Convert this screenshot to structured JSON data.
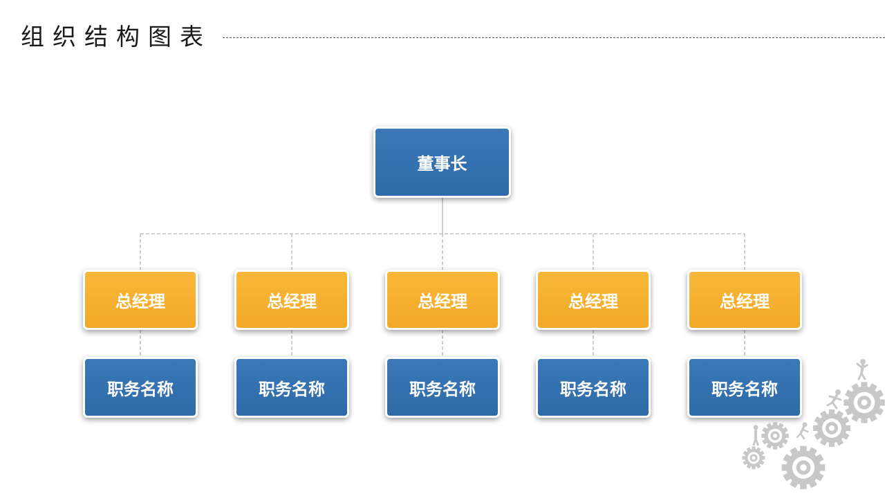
{
  "page": {
    "title": "组织结构图表"
  },
  "org_chart": {
    "root": {
      "label": "董事长"
    },
    "columns": [
      {
        "manager": "总经理",
        "position": "职务名称"
      },
      {
        "manager": "总经理",
        "position": "职务名称"
      },
      {
        "manager": "总经理",
        "position": "职务名称"
      },
      {
        "manager": "总经理",
        "position": "职务名称"
      },
      {
        "manager": "总经理",
        "position": "职务名称"
      }
    ]
  },
  "colors": {
    "blue_box": "#3373b4",
    "orange_box": "#f7b035",
    "connector": "#bfbfbf",
    "decor_gray": "#c8c8c8"
  },
  "icons": [
    "gears-with-runners-decoration"
  ]
}
